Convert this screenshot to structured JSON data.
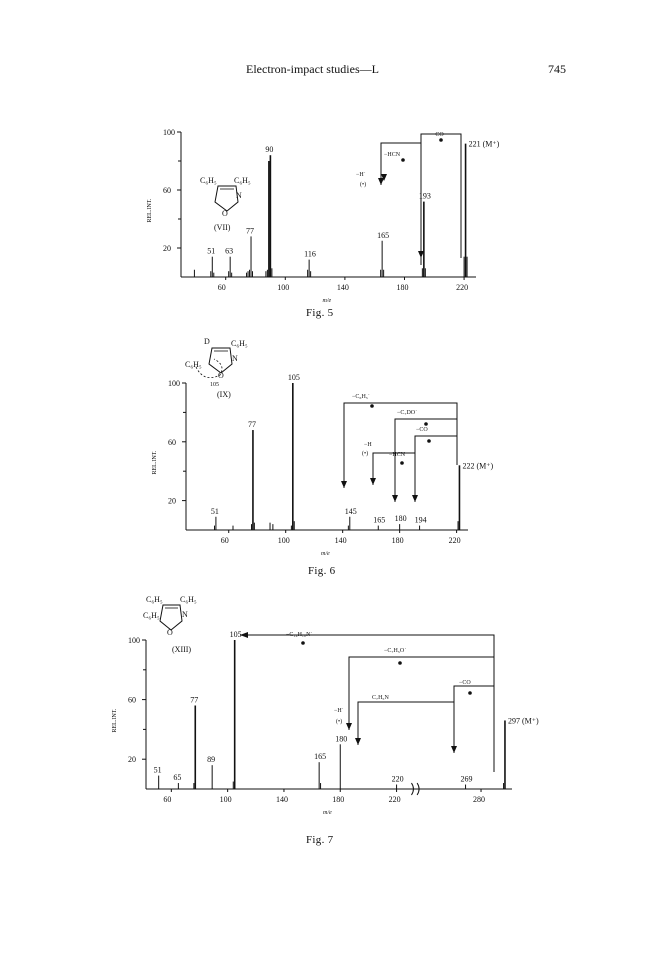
{
  "header": {
    "title": "Electron-impact studies—L",
    "page": "745"
  },
  "figures": [
    {
      "caption": "Fig. 5",
      "compound": "(VII)",
      "substituents": [
        "C₆H₅",
        "C₆H₅"
      ],
      "ring_atoms": [
        "N",
        "O"
      ],
      "chart_data": {
        "type": "bar",
        "xlabel": "m/e",
        "ylabel": "REL.INT.",
        "xlim": [
          30,
          228
        ],
        "ylim": [
          0,
          100
        ],
        "xticks": [
          60,
          100,
          140,
          180,
          220
        ],
        "yticks": [
          20,
          60,
          100
        ],
        "peaks": [
          {
            "mz": 39,
            "ri": 5
          },
          {
            "mz": 50,
            "ri": 4
          },
          {
            "mz": 51,
            "ri": 14,
            "label": "51"
          },
          {
            "mz": 52,
            "ri": 3
          },
          {
            "mz": 62,
            "ri": 4
          },
          {
            "mz": 63,
            "ri": 14,
            "label": "63"
          },
          {
            "mz": 64,
            "ri": 3
          },
          {
            "mz": 74,
            "ri": 3
          },
          {
            "mz": 75,
            "ri": 4
          },
          {
            "mz": 76,
            "ri": 5
          },
          {
            "mz": 77,
            "ri": 28,
            "label": "77"
          },
          {
            "mz": 78,
            "ri": 4
          },
          {
            "mz": 87,
            "ri": 4
          },
          {
            "mz": 88,
            "ri": 5
          },
          {
            "mz": 89,
            "ri": 80
          },
          {
            "mz": 90,
            "ri": 84,
            "label": "90"
          },
          {
            "mz": 91,
            "ri": 6
          },
          {
            "mz": 115,
            "ri": 5
          },
          {
            "mz": 116,
            "ri": 12,
            "label": "116"
          },
          {
            "mz": 117,
            "ri": 4
          },
          {
            "mz": 164,
            "ri": 5
          },
          {
            "mz": 165,
            "ri": 25,
            "label": "165"
          },
          {
            "mz": 166,
            "ri": 5
          },
          {
            "mz": 192,
            "ri": 6
          },
          {
            "mz": 193,
            "ri": 52,
            "label": "193"
          },
          {
            "mz": 194,
            "ri": 6
          },
          {
            "mz": 220,
            "ri": 14
          },
          {
            "mz": 221,
            "ri": 92,
            "label": "221 (M⁺)"
          },
          {
            "mz": 222,
            "ri": 14
          }
        ],
        "annotations": [
          "−CO",
          "−HCN",
          "−H˙",
          "(•)"
        ]
      }
    },
    {
      "caption": "Fig. 6",
      "compound": "(IX)",
      "substituents": [
        "D",
        "C₆H₅",
        "C₆H₅"
      ],
      "ring_atoms": [
        "N",
        "O"
      ],
      "fragment_label": "105",
      "chart_data": {
        "type": "bar",
        "xlabel": "m/e",
        "ylabel": "REL.INT.",
        "xlim": [
          30,
          228
        ],
        "ylim": [
          0,
          100
        ],
        "xticks": [
          60,
          100,
          140,
          180,
          220
        ],
        "yticks": [
          20,
          60,
          100
        ],
        "peaks": [
          {
            "mz": 50,
            "ri": 3
          },
          {
            "mz": 51,
            "ri": 9,
            "label": "51"
          },
          {
            "mz": 63,
            "ri": 3
          },
          {
            "mz": 76,
            "ri": 4
          },
          {
            "mz": 77,
            "ri": 68,
            "label": "77"
          },
          {
            "mz": 78,
            "ri": 5
          },
          {
            "mz": 89,
            "ri": 5
          },
          {
            "mz": 91,
            "ri": 4
          },
          {
            "mz": 104,
            "ri": 3
          },
          {
            "mz": 105,
            "ri": 100,
            "label": "105"
          },
          {
            "mz": 106,
            "ri": 6
          },
          {
            "mz": 144,
            "ri": 3
          },
          {
            "mz": 145,
            "ri": 9,
            "label": "145"
          },
          {
            "mz": 165,
            "ri": 3,
            "label": "165"
          },
          {
            "mz": 180,
            "ri": 4,
            "label": "180"
          },
          {
            "mz": 194,
            "ri": 3,
            "label": "194"
          },
          {
            "mz": 221,
            "ri": 6
          },
          {
            "mz": 222,
            "ri": 44,
            "label": "222 (M⁺)"
          }
        ],
        "annotations": [
          "−C₆H₅˙",
          "−C₇DO˙",
          "−CO",
          "−H",
          "(•)",
          "−HCN"
        ]
      }
    },
    {
      "caption": "Fig. 7",
      "compound": "(XIII)",
      "substituents": [
        "C₆H₅",
        "C₆H₅",
        "C₆H₅"
      ],
      "ring_atoms": [
        "N",
        "O"
      ],
      "chart_data": {
        "type": "bar",
        "xlabel": "m/e",
        "ylabel": "REL.INT.",
        "xlim": [
          42,
          302
        ],
        "ylim": [
          0,
          100
        ],
        "xticks": [
          60,
          100,
          140,
          180,
          220,
          280
        ],
        "xtick_labels": [
          "60",
          "100",
          "140",
          "180",
          "220",
          "280"
        ],
        "yticks": [
          20,
          60,
          100
        ],
        "axis_break": true,
        "peaks": [
          {
            "mz": 51,
            "ri": 9,
            "label": "51"
          },
          {
            "mz": 65,
            "ri": 4,
            "label": "65"
          },
          {
            "mz": 76,
            "ri": 4
          },
          {
            "mz": 77,
            "ri": 56,
            "label": "77"
          },
          {
            "mz": 89,
            "ri": 16,
            "label": "89"
          },
          {
            "mz": 104,
            "ri": 5
          },
          {
            "mz": 105,
            "ri": 100,
            "label": "105"
          },
          {
            "mz": 165,
            "ri": 18,
            "label": "165"
          },
          {
            "mz": 166,
            "ri": 4
          },
          {
            "mz": 180,
            "ri": 30,
            "label": "180"
          },
          {
            "mz": 220,
            "ri": 3,
            "label": "220"
          },
          {
            "mz": 269,
            "ri": 3,
            "label": "269"
          },
          {
            "mz": 296,
            "ri": 4
          },
          {
            "mz": 297,
            "ri": 46,
            "label": "297 (M⁺)"
          }
        ],
        "annotations": [
          "−C₁₄H₁₀N˙",
          "−C₇H₅O˙",
          "−CO",
          "C₇H₅N",
          "−H˙",
          "(•)"
        ]
      }
    }
  ]
}
